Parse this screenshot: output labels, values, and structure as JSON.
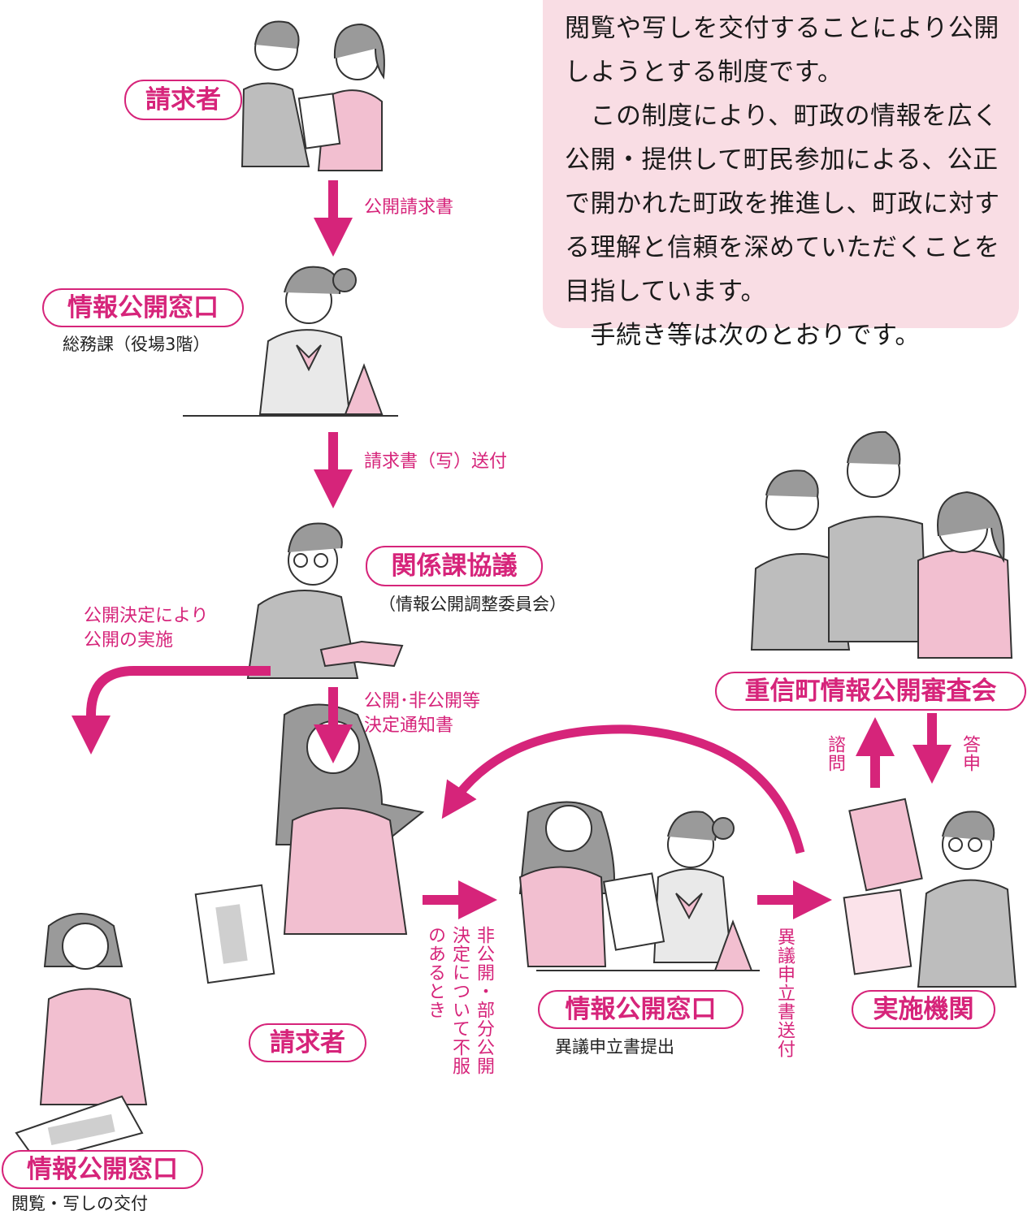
{
  "intro": {
    "lines": [
      "閲覧や写しを交付することにより公開",
      "しようとする制度です。",
      "　この制度により、町政の情報を広く",
      "公開・提供して町民参加による、公正",
      "で開かれた町政を推進し、町政に対す",
      "る理解と信頼を深めていただくことを",
      "目指しています。",
      "　手続き等は次のとおりです。"
    ]
  },
  "nodes": {
    "requester_top": "請求者",
    "window_top": "情報公開窓口",
    "window_top_sub": "総務課（役場3階）",
    "consult": "関係課協議",
    "consult_sub": "（情報公開調整委員会）",
    "requester_mid": "請求者",
    "window_view": "情報公開窓口",
    "window_view_sub": "閲覧・写しの交付",
    "window_objection": "情報公開窓口",
    "window_objection_sub": "異議申立書提出",
    "agency": "実施機関",
    "review_board": "重信町情報公開審査会"
  },
  "edges": {
    "request_doc": "公開請求書",
    "copy_send": "請求書（写）送付",
    "decision_1": "公開･非公開等",
    "decision_2": "決定通知書",
    "disclose_1": "公開決定により",
    "disclose_2": "公開の実施",
    "dissatisfied_col1": "非公開・部分公開",
    "dissatisfied_col2": "決定について不服",
    "dissatisfied_col3": "のあるとき",
    "objection_send": "異議申立書送付",
    "inquiry": "諮問",
    "report": "答申"
  },
  "colors": {
    "accent": "#d6247a",
    "panel": "#f9dde4",
    "figure_pink": "#f2bfd0",
    "figure_gray": "#bdbdbd"
  }
}
